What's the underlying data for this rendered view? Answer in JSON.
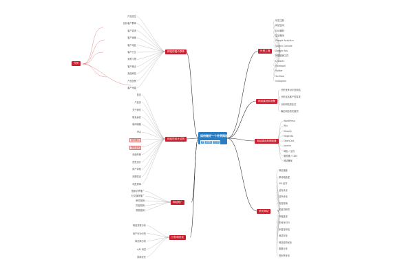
{
  "center": {
    "title": "如何做好一个外贸网站",
    "tags": [
      "SEO",
      "营销推广",
      "Google"
    ]
  },
  "side_node": "外贸",
  "branches": {
    "r1": "外贸工具",
    "r2": "网站建设前准备",
    "r3": "网站建设前期准备",
    "r4": "优化网站",
    "l1": "网站的受众群体",
    "l2": "网站的设计结构",
    "l3": "网站推广",
    "l4": "分析和优化"
  },
  "leaves": {
    "r1": [
      "域名注册",
      "网站空间",
      "DNS解析",
      "建站程序",
      "Google Analytics",
      "Search Console",
      "Google Ads",
      "邮箱营销工具",
      "LinkedIn",
      "Facebook",
      "Twitter",
      "YouTube",
      "Instagram"
    ],
    "r2": [
      "分析竞争对手的网站",
      "分析目标客户的需求",
      "分析网站的定位",
      "确定网站的关键词"
    ],
    "r3": [
      "WordPress",
      "Wix",
      "Shopify",
      "Magento",
      "OpenCart",
      "Joomla",
      "域名 / 主机",
      "服务器 / CDN",
      "网站备案"
    ],
    "r4": [
      "网站速度",
      "移动端适配",
      "SSL证书",
      "站内优化",
      "站外优化",
      "内容营销",
      "关键词研究",
      "外链建设",
      "本地化SEO",
      "多语言网站",
      "网站安全",
      "网站结构优化",
      "数据分析",
      "转化率优化"
    ],
    "l1": [
      "产品定位",
      "目标客户群体",
      "客户需求",
      "客户画像",
      "客户地区",
      "客户行业",
      "采购习惯",
      "客户痛点",
      "竞品网站",
      "产品优势",
      "客户来源"
    ],
    "l2": [
      "首页",
      "产品页",
      "关于我们",
      "联系我们",
      "新闻博客",
      "FAQ",
      "案例展示",
      "导航结构",
      "页面布局",
      "视觉设计",
      "用户体验",
      "页脚信息",
      "询盘表单"
    ],
    "l3": [
      "搜索引擎推广",
      "社交媒体推广",
      "邮件营销",
      "内容营销",
      "视频营销"
    ],
    "l4": [
      "网站流量分析",
      "用户行为分析",
      "转化率分析",
      "A/B 测试",
      "持续优化"
    ]
  }
}
